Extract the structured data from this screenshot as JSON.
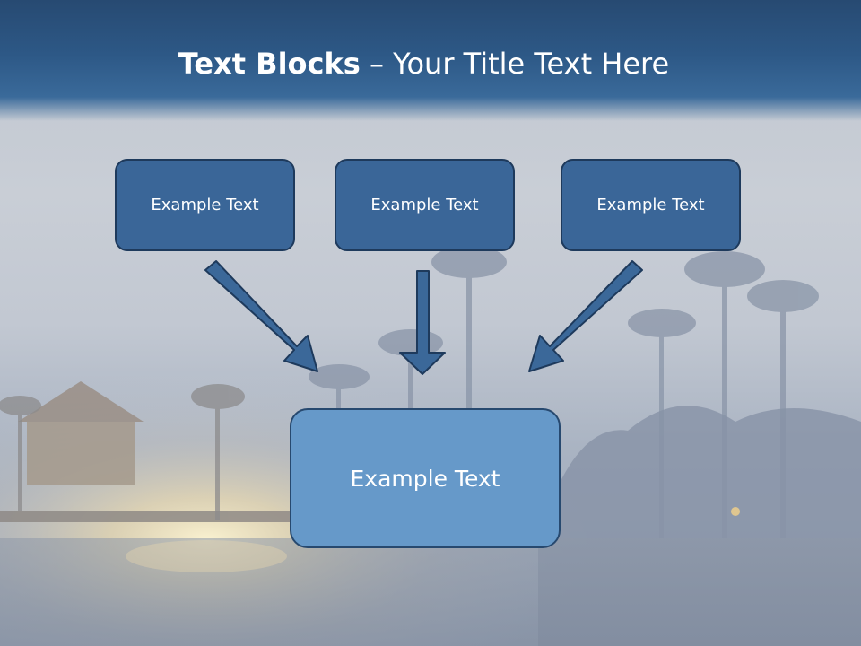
{
  "slide": {
    "title_bold": "Text Blocks",
    "title_dash": " – ",
    "title_rest": "Your Title Text Here"
  },
  "boxes": {
    "top_left": "Example Text",
    "top_center": "Example Text",
    "top_right": "Example Text",
    "bottom": "Example Text"
  },
  "colors": {
    "header": "#2d5886",
    "box_fill": "#3a6698",
    "box_border": "#1e3a5c",
    "big_box_fill": "#6699c9"
  }
}
